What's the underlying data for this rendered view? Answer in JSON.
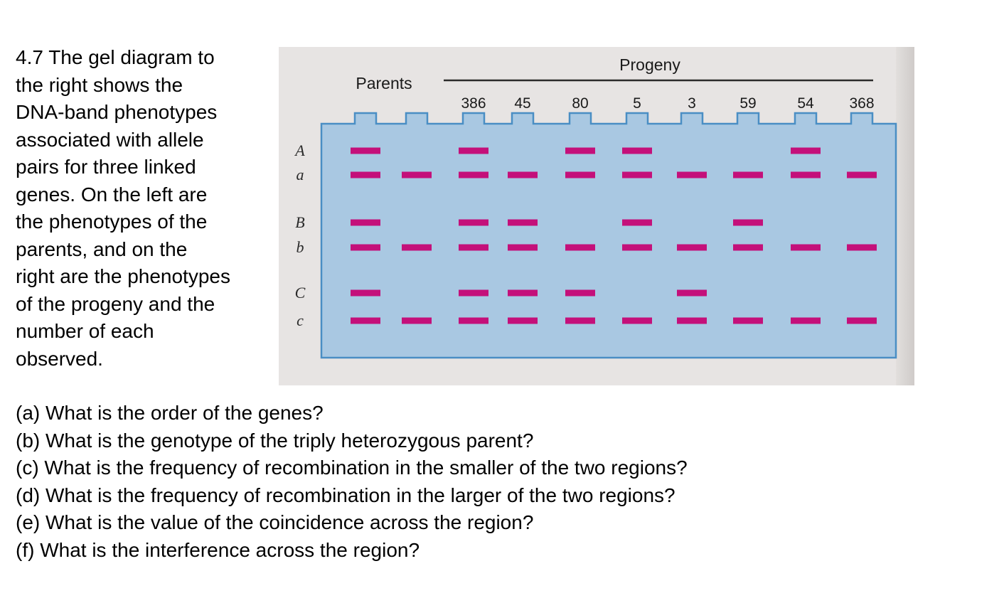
{
  "problem": {
    "lines": [
      "4.7 The gel diagram to",
      "the right shows the",
      "DNA-band phenotypes",
      "associated with allele",
      "pairs for three linked",
      "genes. On the left are",
      "the phenotypes of the",
      "parents, and on the",
      "right are the phenotypes",
      "of the progeny and the",
      "number of each",
      "observed."
    ]
  },
  "gel": {
    "parents_label": "Parents",
    "progeny_label": "Progeny",
    "alleles": [
      "A",
      "a",
      "B",
      "b",
      "C",
      "c"
    ],
    "progeny_counts": [
      "386",
      "45",
      "80",
      "5",
      "3",
      "59",
      "54",
      "368"
    ],
    "lanes": [
      {
        "bands": [
          "A",
          "a",
          "B",
          "b",
          "C",
          "c"
        ]
      },
      {
        "bands": [
          "a",
          "b",
          "c"
        ]
      },
      {
        "bands": [
          "A",
          "a",
          "B",
          "b",
          "C",
          "c"
        ]
      },
      {
        "bands": [
          "a",
          "B",
          "b",
          "C",
          "c"
        ]
      },
      {
        "bands": [
          "A",
          "a",
          "b",
          "C",
          "c"
        ]
      },
      {
        "bands": [
          "A",
          "a",
          "B",
          "b",
          "c"
        ]
      },
      {
        "bands": [
          "a",
          "b",
          "C",
          "c"
        ]
      },
      {
        "bands": [
          "a",
          "B",
          "b",
          "c"
        ]
      },
      {
        "bands": [
          "A",
          "a",
          "b",
          "c"
        ]
      },
      {
        "bands": [
          "a",
          "b",
          "c"
        ]
      }
    ],
    "gel_color": "#a9c8e2",
    "band_color": "#c4107a"
  },
  "questions": [
    "(a) What is the order of the genes?",
    "(b) What is the genotype of the triply heterozygous parent?",
    "(c) What is the frequency of recombination in the smaller of the two regions?",
    "(d) What is the frequency of recombination in the larger of the two regions?",
    "(e) What is the value of the coincidence across the region?",
    "(f) What is the interference across the region?"
  ]
}
